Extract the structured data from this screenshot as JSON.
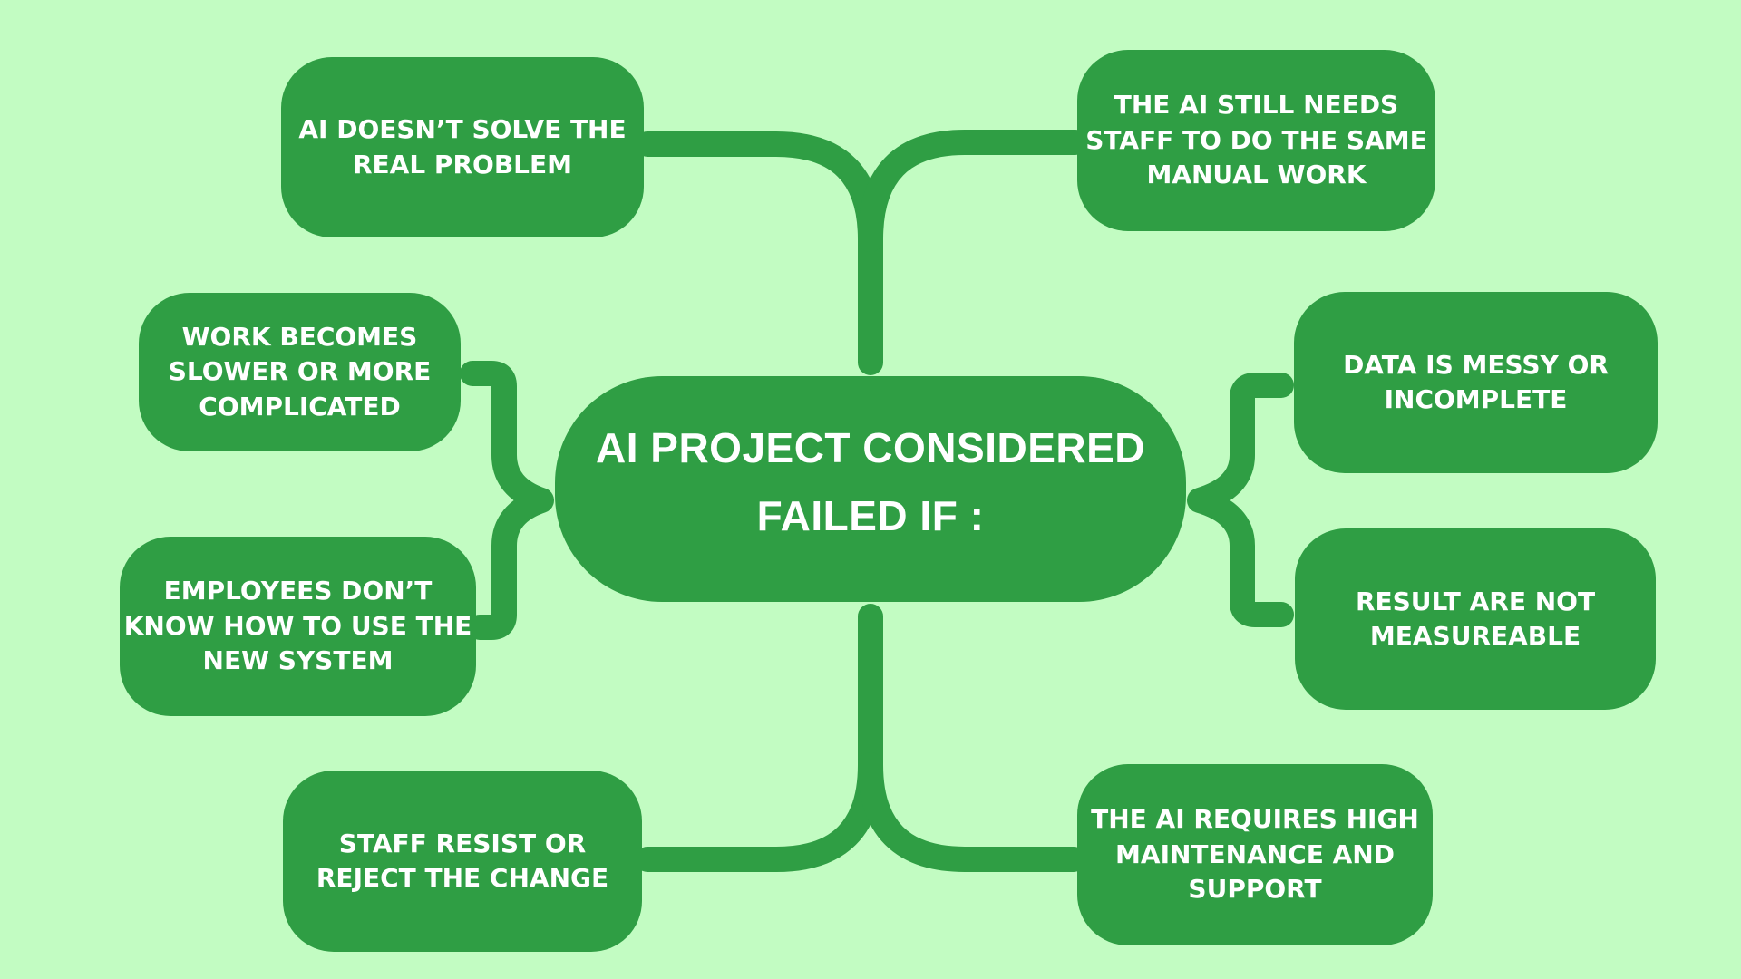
{
  "title": "AI project failure mind map",
  "colors": {
    "background": "#c2fcc2",
    "node": "#2f9e44",
    "connector": "#2f9e44",
    "text": "#ffffff"
  },
  "center": {
    "lines": [
      "AI PROJECT CONSIDERED",
      "FAILED IF :"
    ]
  },
  "nodes": [
    {
      "id": "top-left",
      "lines": [
        "AI DOESN’T SOLVE THE",
        "REAL PROBLEM"
      ]
    },
    {
      "id": "top-right",
      "lines": [
        "THE AI STILL NEEDS",
        "STAFF TO DO THE SAME",
        "MANUAL WORK"
      ]
    },
    {
      "id": "mid-left-upper",
      "lines": [
        "WORK BECOMES",
        "SLOWER OR MORE",
        "COMPLICATED"
      ]
    },
    {
      "id": "mid-left-lower",
      "lines": [
        "EMPLOYEES DON’T",
        "KNOW HOW TO USE THE",
        "NEW SYSTEM"
      ]
    },
    {
      "id": "right-upper",
      "lines": [
        "DATA IS MESSY OR",
        "INCOMPLETE"
      ]
    },
    {
      "id": "right-lower",
      "lines": [
        "RESULT ARE NOT",
        "MEASUREABLE"
      ]
    },
    {
      "id": "bottom-left",
      "lines": [
        "STAFF RESIST OR",
        "REJECT THE CHANGE"
      ]
    },
    {
      "id": "bottom-right",
      "lines": [
        "THE AI REQUIRES HIGH",
        "MAINTENANCE AND",
        "SUPPORT"
      ]
    }
  ]
}
